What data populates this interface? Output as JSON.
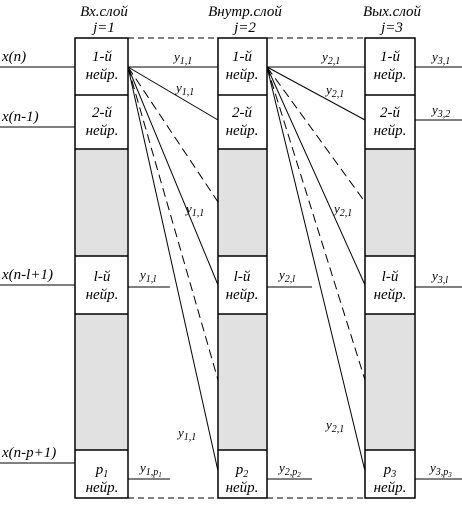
{
  "layers": [
    {
      "title": "Вх.слой",
      "index": "j=1",
      "neurons": [
        "1-й",
        "2-й",
        "l-й",
        "p"
      ],
      "neuron_word": "нейр.",
      "last_sub": "1"
    },
    {
      "title": "Внутр.слой",
      "index": "j=2",
      "neurons": [
        "1-й",
        "2-й",
        "l-й",
        "p"
      ],
      "neuron_word": "нейр.",
      "last_sub": "2"
    },
    {
      "title": "Вых.слой",
      "index": "j=3",
      "neurons": [
        "1-й",
        "2-й",
        "l-й",
        "p"
      ],
      "neuron_word": "нейр.",
      "last_sub": "3"
    }
  ],
  "inputs": [
    "x(n)",
    "x(n-1)",
    "x(n-l+1)",
    "x(n-p+1)"
  ],
  "signals": {
    "y_letter": "y",
    "l1_sub": "1,1",
    "l2_sub": "2,1",
    "l1_l": "1,l",
    "l2_l": "2,l",
    "l1_p": "1,p",
    "l1_p_sub": "1",
    "l2_p": "2,p",
    "l2_p_sub": "2",
    "out1": "3,1",
    "out2": "3,2",
    "outl": "3,l",
    "outp": "3,p",
    "outp_sub": "3"
  }
}
